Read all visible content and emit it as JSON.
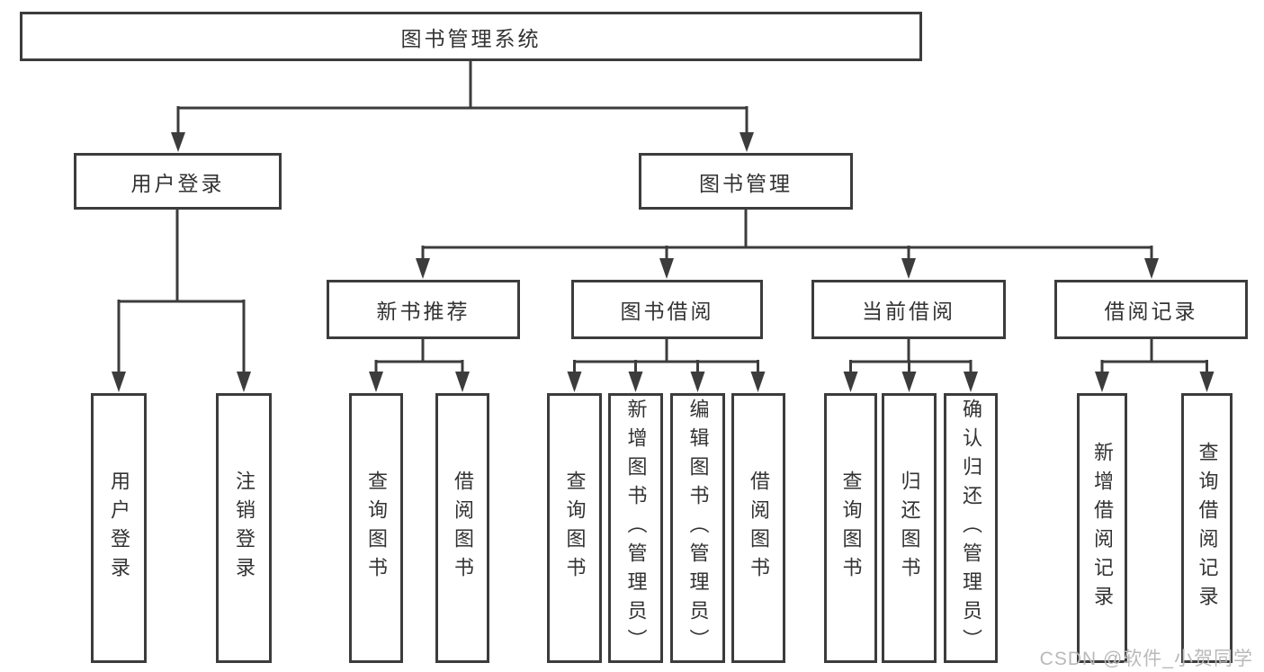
{
  "diagram": {
    "title": "图书管理系统",
    "nodes": {
      "root": {
        "label": "图书管理系统"
      },
      "user_login": {
        "label": "用户登录"
      },
      "book_mgmt": {
        "label": "图书管理"
      },
      "new_book_rec": {
        "label": "新书推荐"
      },
      "book_borrow": {
        "label": "图书借阅"
      },
      "current_borrow": {
        "label": "当前借阅"
      },
      "borrow_records": {
        "label": "借阅记录"
      },
      "leaf_user_login": {
        "label": "用户登录"
      },
      "leaf_logout": {
        "label": "注销登录"
      },
      "leaf_query_book_1": {
        "label": "查询图书"
      },
      "leaf_borrow_book_1": {
        "label": "借阅图书"
      },
      "leaf_query_book_2": {
        "label": "查询图书"
      },
      "leaf_add_book": {
        "label": "新增图书（管理员）"
      },
      "leaf_edit_book": {
        "label": "编辑图书（管理员）"
      },
      "leaf_borrow_book_2": {
        "label": "借阅图书"
      },
      "leaf_query_book_3": {
        "label": "查询图书"
      },
      "leaf_return_book": {
        "label": "归还图书"
      },
      "leaf_confirm_return": {
        "label": "确认归还（管理员）"
      },
      "leaf_add_borrow_record": {
        "label": "新增借阅记录"
      },
      "leaf_query_borrow_record": {
        "label": "查询借阅记录"
      }
    },
    "edges": [
      [
        "root",
        "user_login"
      ],
      [
        "root",
        "book_mgmt"
      ],
      [
        "user_login",
        "leaf_user_login"
      ],
      [
        "user_login",
        "leaf_logout"
      ],
      [
        "book_mgmt",
        "new_book_rec"
      ],
      [
        "book_mgmt",
        "book_borrow"
      ],
      [
        "book_mgmt",
        "current_borrow"
      ],
      [
        "book_mgmt",
        "borrow_records"
      ],
      [
        "new_book_rec",
        "leaf_query_book_1"
      ],
      [
        "new_book_rec",
        "leaf_borrow_book_1"
      ],
      [
        "book_borrow",
        "leaf_query_book_2"
      ],
      [
        "book_borrow",
        "leaf_add_book"
      ],
      [
        "book_borrow",
        "leaf_edit_book"
      ],
      [
        "book_borrow",
        "leaf_borrow_book_2"
      ],
      [
        "current_borrow",
        "leaf_query_book_3"
      ],
      [
        "current_borrow",
        "leaf_return_book"
      ],
      [
        "current_borrow",
        "leaf_confirm_return"
      ],
      [
        "borrow_records",
        "leaf_add_borrow_record"
      ],
      [
        "borrow_records",
        "leaf_query_borrow_record"
      ]
    ]
  },
  "watermark": {
    "text": "CSDN @软件_小贺同学",
    "color": "#b9b9bb"
  },
  "colors": {
    "line": "#3c3c3c",
    "text": "#333333",
    "background": "#ffffff"
  }
}
